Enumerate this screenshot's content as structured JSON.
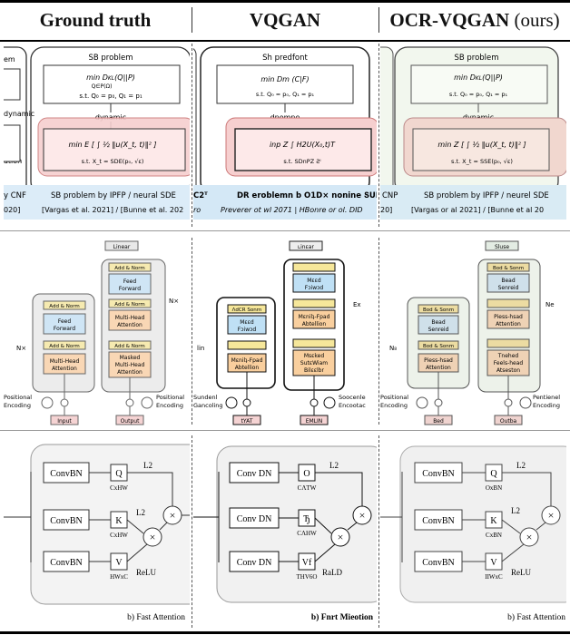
{
  "headers": {
    "col1": "Ground truth",
    "col2": "VQGAN",
    "col3_main": "OCR-VQGAN",
    "col3_suffix": "(ours)"
  },
  "row1": {
    "gt": {
      "left_stub_top": "em",
      "left_stub_mid": "dynamic",
      "left_stub_bot": "ation",
      "title": "SB problem",
      "formula_top_1": "min  D",
      "formula_top_sub": "KL",
      "formula_top_2": "(Q||P)",
      "formula_top_under": "Q∈P(Ω)",
      "formula_top_line2": "s.t.  Q₀ = p₀,  Q₁ = p₁",
      "dynamic_label": "dynamic",
      "formula_bot_1": "min E [ ∫ ½ ‖u(X_t, t)‖² ]",
      "formula_bot_2": "s.t.  X_t = SDE(p₀, √ε)",
      "caption_left": "y CNF",
      "caption_right": "SB problem by IPFP / neural SDE",
      "caption_ref_left": "020]",
      "caption_ref_right": "[Vargas et al. 2021] / [Bunne et al. 202"
    },
    "vqgan": {
      "title": "Sh predfont",
      "formula_top_1": "min  Dm (C|F)",
      "formula_top_2": "s.t. Q₀ = p₀,  Q₁ = p₁",
      "dynamic_label": "dnomne",
      "formula_bot_1": "inp Z  ∫ H2U(X₀,t)T",
      "formula_bot_2": "s.t.  SDnPZ Ƨᴵ",
      "caption_left": "C2ᵀ",
      "caption_right": "DR eroblemn b O1D× nonine ՏUL",
      "caption_ref_left": "ro",
      "caption_ref_right": "Preverer ot wl 2071 | HBonre or ol. DID"
    },
    "ocr": {
      "title": "SB problem",
      "formula_top_1": "min  D",
      "formula_top_sub": "KL",
      "formula_top_2": "(Q||P)",
      "formula_top_line2": "s.t.  Q₀ = p₀,  Q₁ = p₁",
      "dynamic_label": "dynamic",
      "formula_bot_1": "min Z [ ∫ ½ ‖u(X_t, t)‖² ]",
      "formula_bot_2": "s.t.  X_t = SSE(p₀, √ε)",
      "caption_left": "CNP",
      "caption_right": "SB problem by IPFP / neurel SDE",
      "caption_ref_left": "20]",
      "caption_ref_right": "[Vargas or al 2021] / [Bunne et al 20"
    }
  },
  "row2": {
    "gt": {
      "linear": "Linear",
      "add_norm": "Add & Norm",
      "feed_forward_1": "Feed",
      "feed_forward_2": "Forward",
      "mha_1": "Multi-Head",
      "mha_2": "Attention",
      "masked_1": "Masked",
      "masked_2": "Multi-Head",
      "masked_3": "Attention",
      "nx_left": "N×",
      "nx_right": "N×",
      "pos_enc_left_1": "Positional",
      "pos_enc_left_2": "Encoding",
      "pos_enc_right_1": "Positional",
      "pos_enc_right_2": "Encoding",
      "input": "Input",
      "output": "Output"
    },
    "vqgan": {
      "linear": "ʟinɛar",
      "add_norm": "ɅdCR Sonrn",
      "feed_forward_1": "Mɛɛd",
      "feed_forward_2": "Fɔiwɔd",
      "mha_1": "Mɛnilʇ-Fpad",
      "mha_2": "Abtellion",
      "masked_1": "Msɛked",
      "masked_2": "SutɛWiam",
      "masked_3": "Bilɛɛlbr",
      "nx_left": "lin",
      "nx_right": "Ex",
      "pos_enc_left_1": "Sundenl",
      "pos_enc_left_2": "Gancoling",
      "pos_enc_right_1": "Soocenle",
      "pos_enc_right_2": "Encootac",
      "input": "tYAT",
      "output": "EMLIN"
    },
    "ocr": {
      "linear": "Sluse",
      "add_norm": "Bod & Sonm",
      "feed_forward_1": "Bead",
      "feed_forward_2": "Senreid",
      "mha_1": "Piess-hsad",
      "mha_2": "Attention",
      "masked_1": "Tnehed",
      "masked_2": "Feels-head",
      "masked_3": "Atseston",
      "nx_left": "N₈",
      "nx_right": "Ne",
      "pos_enc_left_1": "Positional",
      "pos_enc_left_2": "Encoding",
      "pos_enc_right_1": "Pentienel",
      "pos_enc_right_2": "Encoding",
      "input": "Bed",
      "output": "Outba"
    }
  },
  "row3": {
    "gt": {
      "conv": "ConvBN",
      "q": "Q",
      "k": "K",
      "v": "V",
      "dim_q": "CxHW",
      "dim_k": "CxHW",
      "dim_v": "HWxC",
      "l2_top": "L2",
      "l2_mid": "L2",
      "relu": "ReLU",
      "caption": "b) Fast Attention"
    },
    "vqgan": {
      "conv": "Conv DN",
      "q": "O",
      "k": "Ђ",
      "v": "Vf",
      "dim_q": "CɅTW",
      "dim_k": "CɅHW",
      "dim_v": "THV6O",
      "l2_top": "L2",
      "l2_mid": "",
      "relu": "RaLD",
      "caption": "b) Fnrt Mieotion"
    },
    "ocr": {
      "conv": "ConvBN",
      "q": "Q",
      "k": "K",
      "v": "V",
      "dim_q": "OxBN",
      "dim_k": "CxBN",
      "dim_v": "IIWxC",
      "l2_top": "L2",
      "l2_mid": "L2",
      "relu": "ReLU",
      "caption": "b) Fast Attention"
    }
  }
}
